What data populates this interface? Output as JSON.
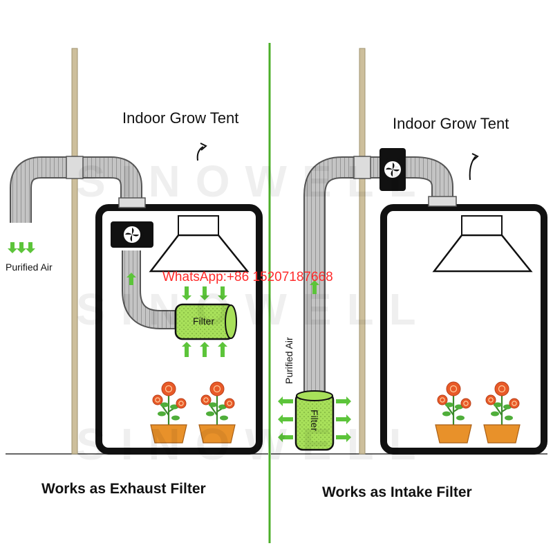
{
  "left_panel": {
    "title": "Indoor Grow Tent",
    "purified_air": "Purified Air",
    "filter_label": "Filter",
    "caption": "Works as Exhaust Filter"
  },
  "right_panel": {
    "title": "Indoor Grow Tent",
    "purified_air": "Purified Air",
    "filter_label": "Filter",
    "caption": "Works as Intake Filter"
  },
  "watermark": {
    "contact": "WhatsApp:+86 15207187668",
    "brand": "SINOWELL"
  },
  "colors": {
    "filter_green": "#a8e05a",
    "arrow_green": "#5cc43a",
    "divider_green": "#4caf2a",
    "tent_frame": "#111111",
    "duct_gray": "#b9b9b9",
    "pole": "#cdbf9c",
    "pot": "#e8912a",
    "flower": "#e85a28"
  }
}
